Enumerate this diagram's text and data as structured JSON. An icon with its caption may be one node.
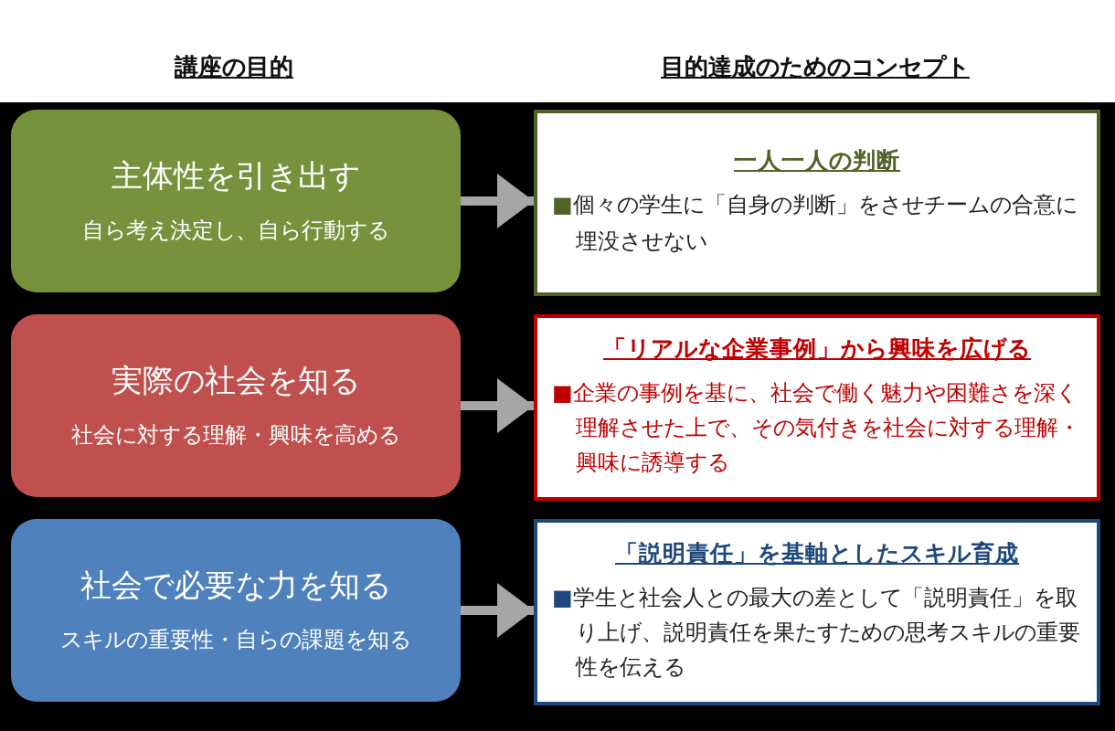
{
  "diagram": {
    "nodes": [
      {
        "text": [
          "主体性を引き出す",
          "自ら考え決定し、自ら行動する"
        ]
      },
      {
        "text": [
          "実際の社会を知る",
          "社会に対する理解・興味を高める"
        ]
      },
      {
        "text": [
          "社会で必要な力を知る",
          "スキルの重要性・自らの課題を知る"
        ]
      },
      {
        "text": [
          "一人一人の判断",
          "■個々の学生に「自身の判断」をさせチームの合意に埋没させない"
        ]
      },
      {
        "text": [
          "「リアルな企業事例」から興味を広げる",
          "■企業の事例を基に、社会で働く魅力や困難さを深く理解させた上で、その気付きを社会に対する理解・興味に誘導する"
        ]
      },
      {
        "text": [
          "「説明責任」を基軸としたスキル育成",
          "■学生と社会人との最大の差として「説明責任」を取り上げ、説明責任を果たすための思考スキルの重要性を伝える"
        ]
      }
    ],
    "edges": [
      {
        "from": 0,
        "to": 3,
        "arrow": "to"
      },
      {
        "from": 1,
        "to": 4,
        "arrow": "to"
      },
      {
        "from": 2,
        "to": 5,
        "arrow": "to"
      }
    ],
    "labels": [
      "講座の目的",
      "目的達成のためのコンセプト"
    ]
  }
}
